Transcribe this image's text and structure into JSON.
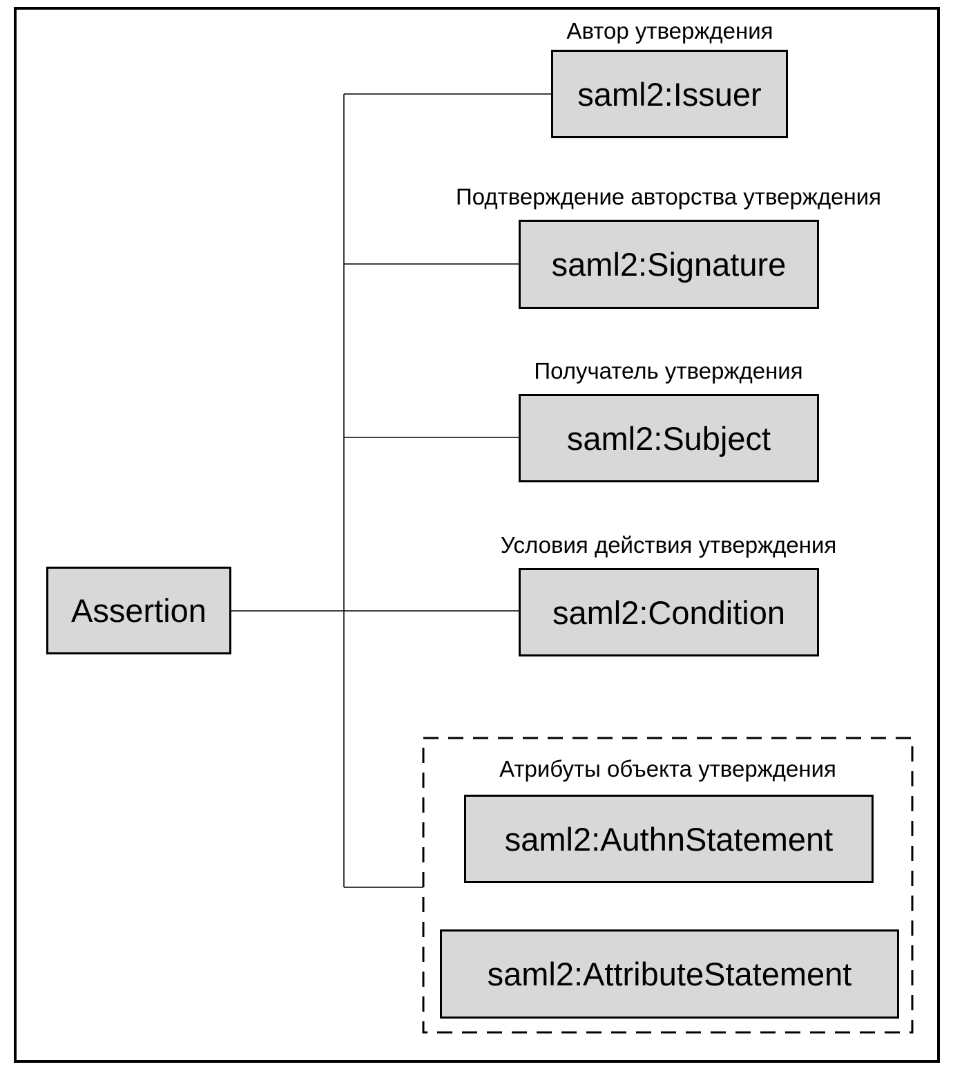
{
  "diagram": {
    "root": {
      "label": "Assertion"
    },
    "branches": [
      {
        "caption": "Автор утверждения",
        "label": "saml2:Issuer"
      },
      {
        "caption": "Подтверждение авторства утверждения",
        "label": "saml2:Signature"
      },
      {
        "caption": "Получатель утверждения",
        "label": "saml2:Subject"
      },
      {
        "caption": "Условия действия утверждения",
        "label": "saml2:Condition"
      }
    ],
    "statements_group": {
      "caption": "Атрибуты объекта утверждения",
      "items": [
        {
          "label": "saml2:AuthnStatement"
        },
        {
          "label": "saml2:AttributeStatement"
        }
      ]
    },
    "colors": {
      "node_fill": "#d8d8d8",
      "node_border": "#000000",
      "connector": "#000000",
      "background": "#ffffff"
    }
  }
}
